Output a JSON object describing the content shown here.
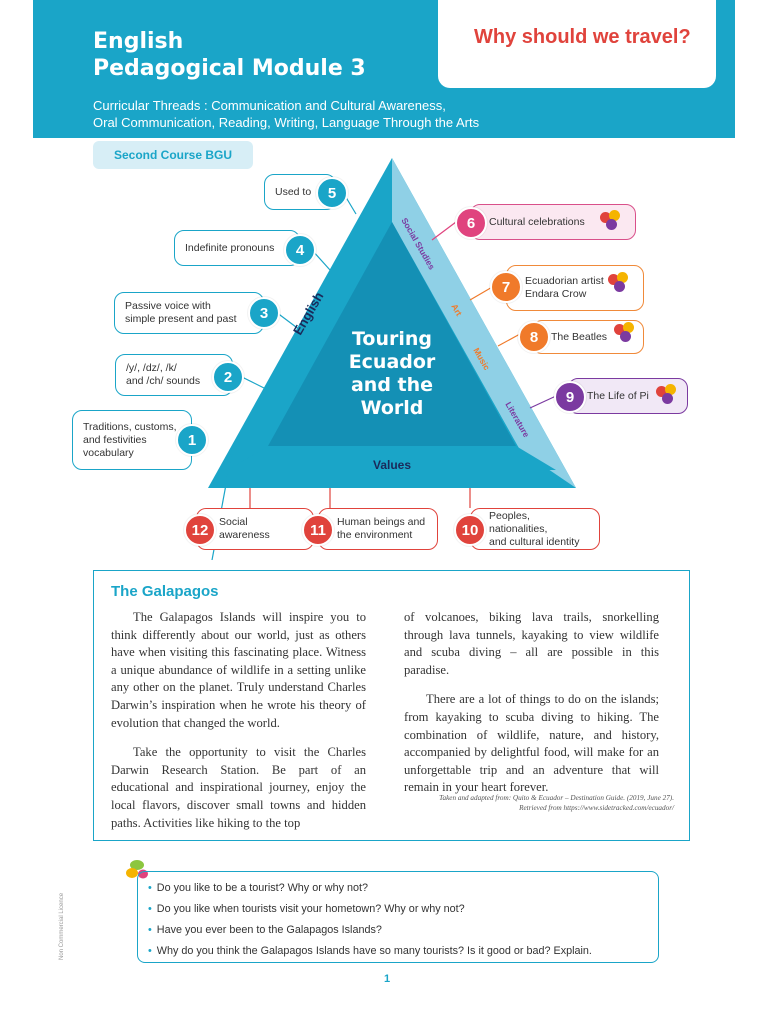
{
  "header": {
    "title_line1": "English",
    "title_line2": "Pedagogical Module 3",
    "question": "Why should we travel?",
    "threads_line1": "Curricular Threads : Communication and Cultural Awareness,",
    "threads_line2": "Oral Communication, Reading, Writing, Language Through the Arts",
    "course": "Second Course BGU"
  },
  "diagram": {
    "center_line1": "Touring",
    "center_line2": "Ecuador",
    "center_line3": "and the",
    "center_line4": "World",
    "left_side": "English",
    "right_social": "Social Studies",
    "right_art": "Art",
    "right_music": "Music",
    "right_literature": "Literature",
    "bottom": "Values",
    "items": [
      {
        "num": "1",
        "line1": "Traditions, customs,",
        "line2": "and festivities",
        "line3": "vocabulary"
      },
      {
        "num": "2",
        "line1": "/y/, /dz/, /k/",
        "line2": "and /ch/ sounds"
      },
      {
        "num": "3",
        "line1": "Passive voice with",
        "line2": "simple present and past"
      },
      {
        "num": "4",
        "line1": "Indefinite pronouns"
      },
      {
        "num": "5",
        "line1": "Used to"
      },
      {
        "num": "6",
        "line1": "Cultural celebrations"
      },
      {
        "num": "7",
        "line1": "Ecuadorian artist",
        "line2": "Endara Crow"
      },
      {
        "num": "8",
        "line1": "The Beatles"
      },
      {
        "num": "9",
        "line1": "The Life of Pi"
      },
      {
        "num": "10",
        "line1": "Peoples, nationalities,",
        "line2": "and cultural identity"
      },
      {
        "num": "11",
        "line1": "Human beings and",
        "line2": "the environment"
      },
      {
        "num": "12",
        "line1": "Social",
        "line2": "awareness"
      }
    ]
  },
  "galapagos": {
    "title": "The Galapagos",
    "p1": "The Galapagos Islands will inspire you to think differently about our world, just as others have when visiting this fascinating place. Witness a unique abundance of wildlife in a setting unlike any other on the planet. Truly understand Charles Darwin’s inspiration when he wrote his theory of evolution that changed the world.",
    "p2": "Take the opportunity to visit the Charles Darwin Research Station. Be part of an educational and inspirational journey, enjoy the local flavors, discover small towns and hidden paths. Activities like hiking to the top",
    "p3": "of volcanoes, biking lava trails, snorkelling through lava tunnels, kayaking to view wildlife and scuba diving – all are possible in this paradise.",
    "p4": "There are a lot of things to do on the islands; from kayaking to scuba diving to hiking. The combination of wildlife, nature, and history, accompanied by delightful food, will make for an unforgettable trip and an adventure that will remain in your heart forever.",
    "source_line1": "Taken and adapted from: Quito & Ecuador – Destination Guide. (2019, June 27).",
    "source_line2": "Retrieved from https://www.sidetracked.com/ecuador/"
  },
  "questions": [
    "Do you like to be a tourist? Why or why not?",
    "Do you like when tourists visit your hometown? Why or why not?",
    "Have you ever been to the Galapagos Islands?",
    "Why do you think the Galapagos Islands have so many tourists? Is it good or bad? Explain."
  ],
  "side_note": "Non Commercial Licence",
  "page_number": "1",
  "colors": {
    "primary": "#1aa5c8",
    "accent_red": "#e0433c",
    "orange": "#f07a2a",
    "pink": "#e0437e",
    "purple": "#7b3aa0"
  }
}
